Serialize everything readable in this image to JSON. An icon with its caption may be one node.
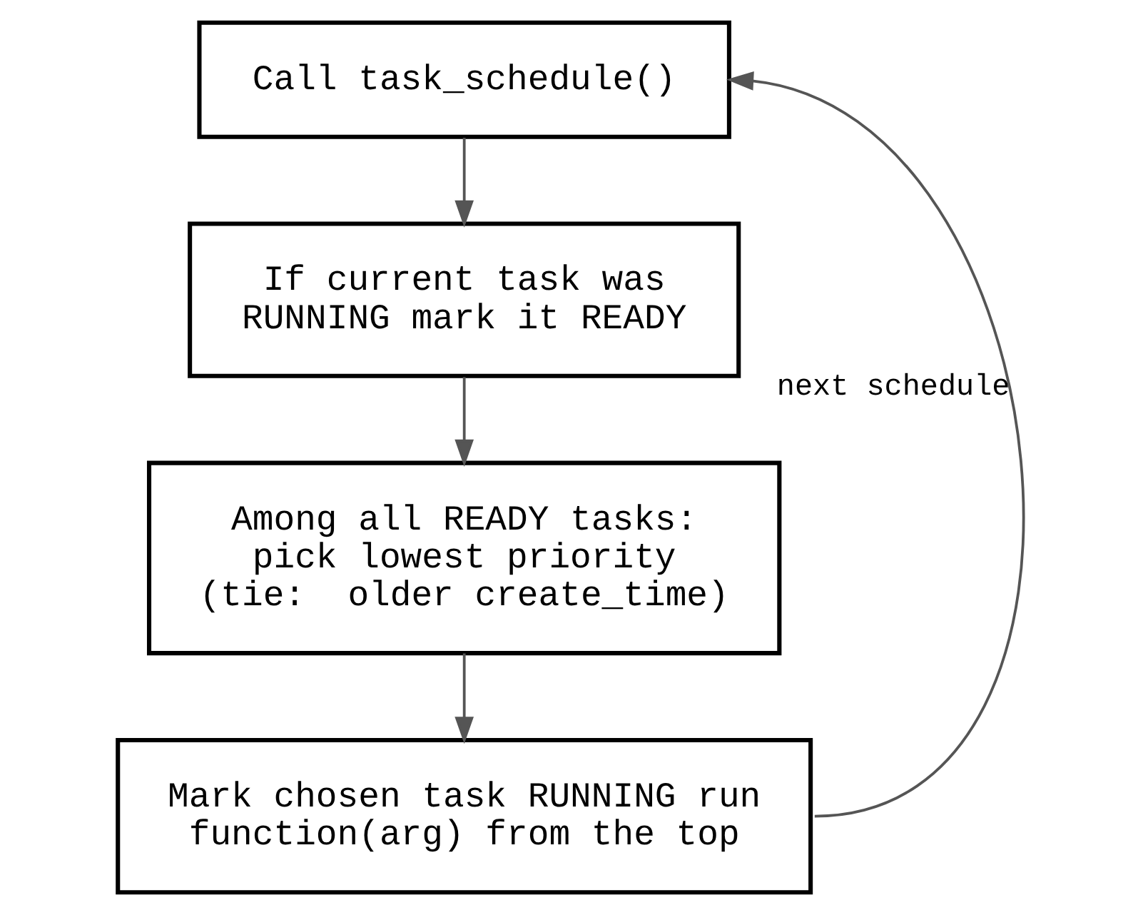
{
  "diagram": {
    "nodes": [
      {
        "text": [
          "Call task_schedule()"
        ]
      },
      {
        "text": [
          "If current task was RUNNING mark it READY"
        ]
      },
      {
        "text": [
          "Among all READY tasks: pick lowest priority (tie:  older create_time)"
        ]
      },
      {
        "text": [
          "Mark chosen task RUNNING run function(arg) from the top"
        ]
      }
    ],
    "edges": [
      {
        "from": 0,
        "to": 1,
        "arrow": "to"
      },
      {
        "from": 1,
        "to": 2,
        "arrow": "to"
      },
      {
        "from": 2,
        "to": 3,
        "arrow": "to"
      },
      {
        "from": 3,
        "to": 0,
        "arrow": "to",
        "label": "next schedule"
      }
    ]
  }
}
